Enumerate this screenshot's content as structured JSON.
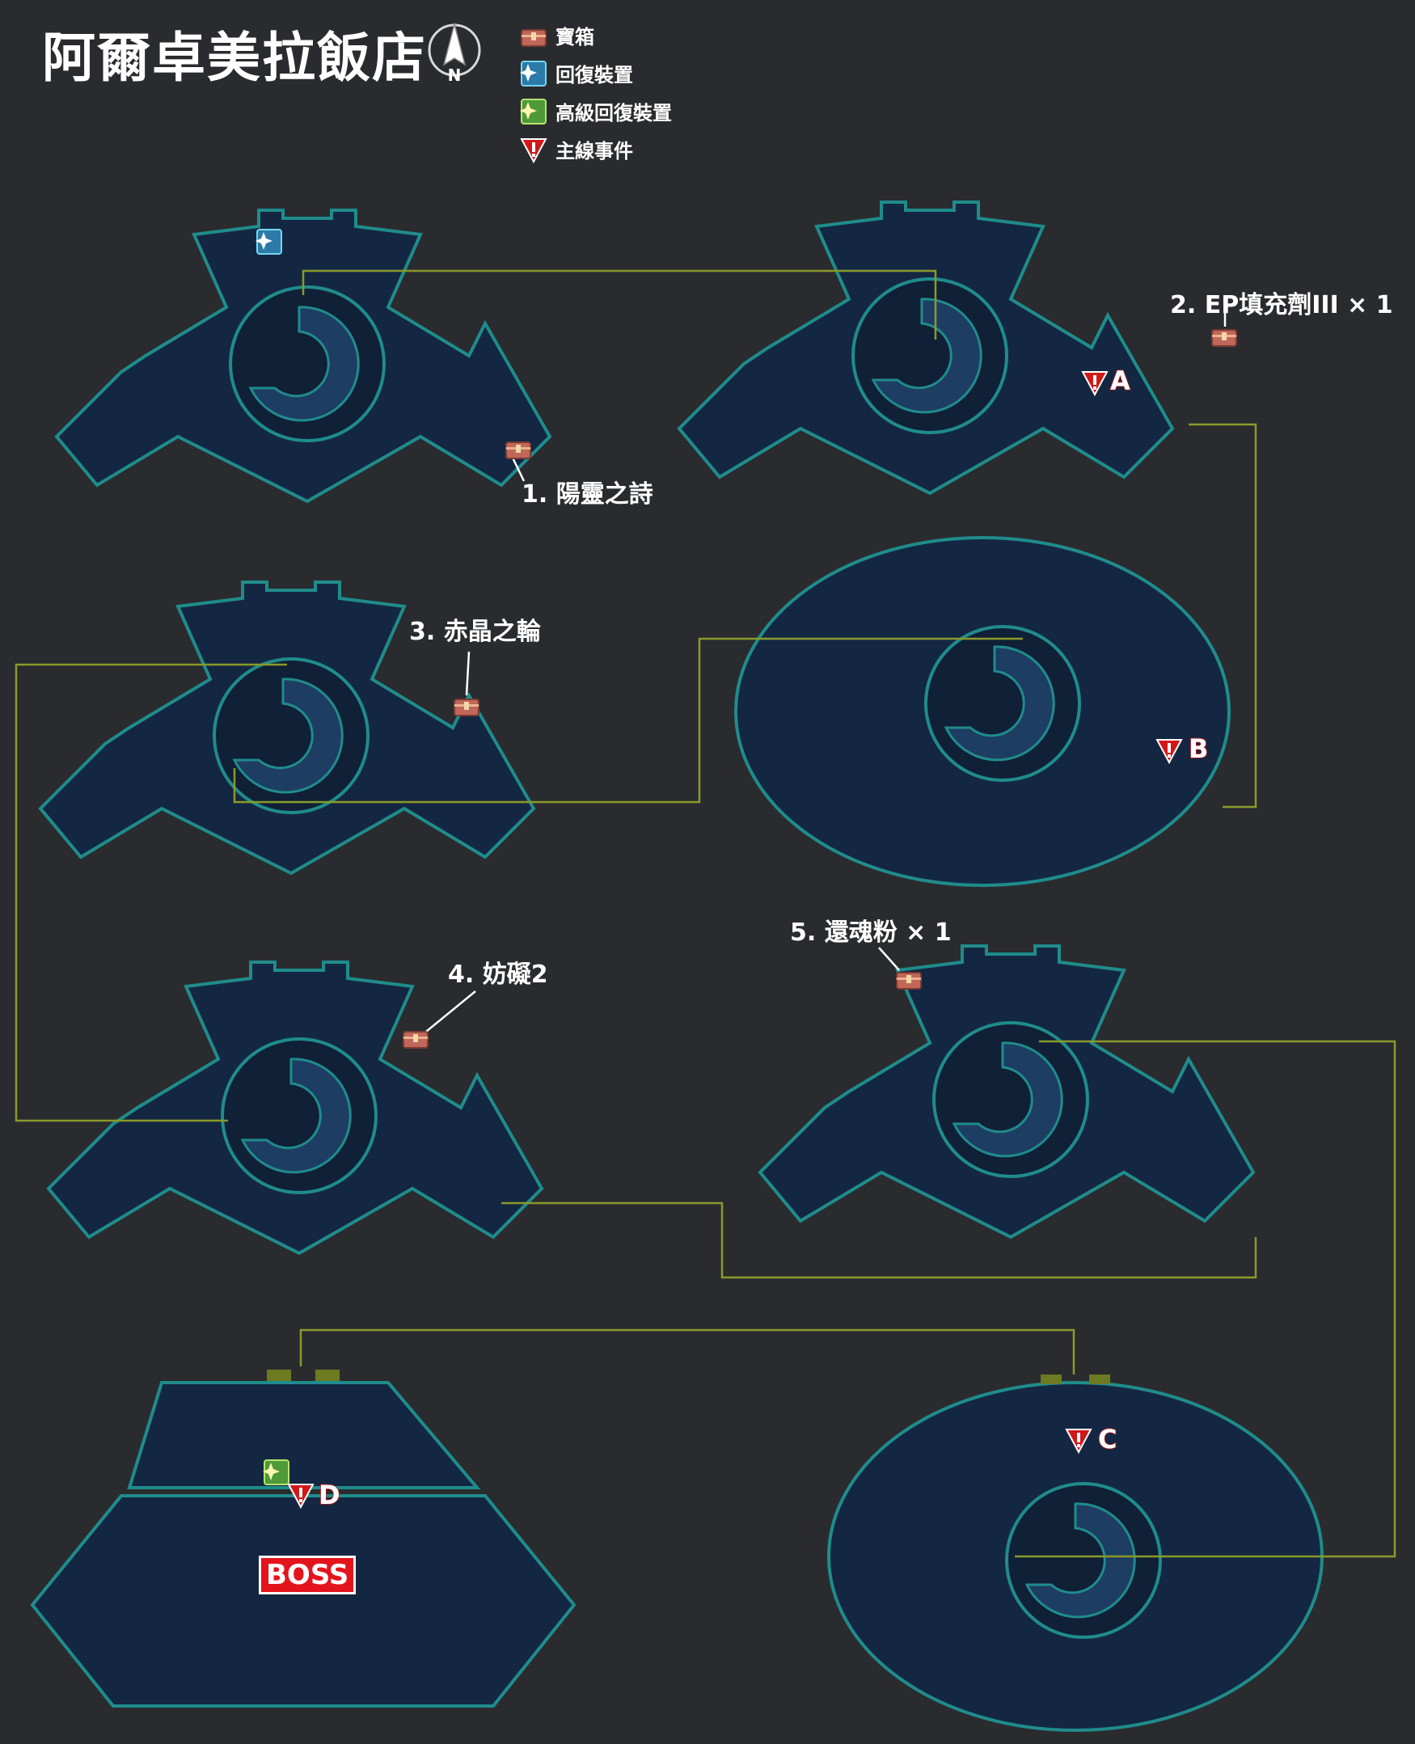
{
  "title": "阿爾卓美拉飯店",
  "compass": {
    "letter": "N"
  },
  "legend": [
    {
      "icon": "treasure-chest-icon",
      "label": "寶箱"
    },
    {
      "icon": "recovery-device-icon",
      "label": "回復裝置"
    },
    {
      "icon": "advanced-recovery-device-icon",
      "label": "高級回復裝置"
    },
    {
      "icon": "main-event-icon",
      "label": "主線事件"
    }
  ],
  "treasures": [
    {
      "label": "1. 陽靈之詩"
    },
    {
      "label": "2. EP填充劑III × 1"
    },
    {
      "label": "3. 赤晶之輪"
    },
    {
      "label": "4. 妨礙2"
    },
    {
      "label": "5. 還魂粉 × 1"
    }
  ],
  "events": [
    {
      "letter": "A"
    },
    {
      "letter": "B"
    },
    {
      "letter": "C"
    },
    {
      "letter": "D"
    }
  ],
  "boss": "BOSS",
  "colors": {
    "background": "#2a2b2e",
    "floor": "#142742",
    "outline": "#1f8c8c",
    "route": "#8a9a2a",
    "event": "#d01818"
  }
}
